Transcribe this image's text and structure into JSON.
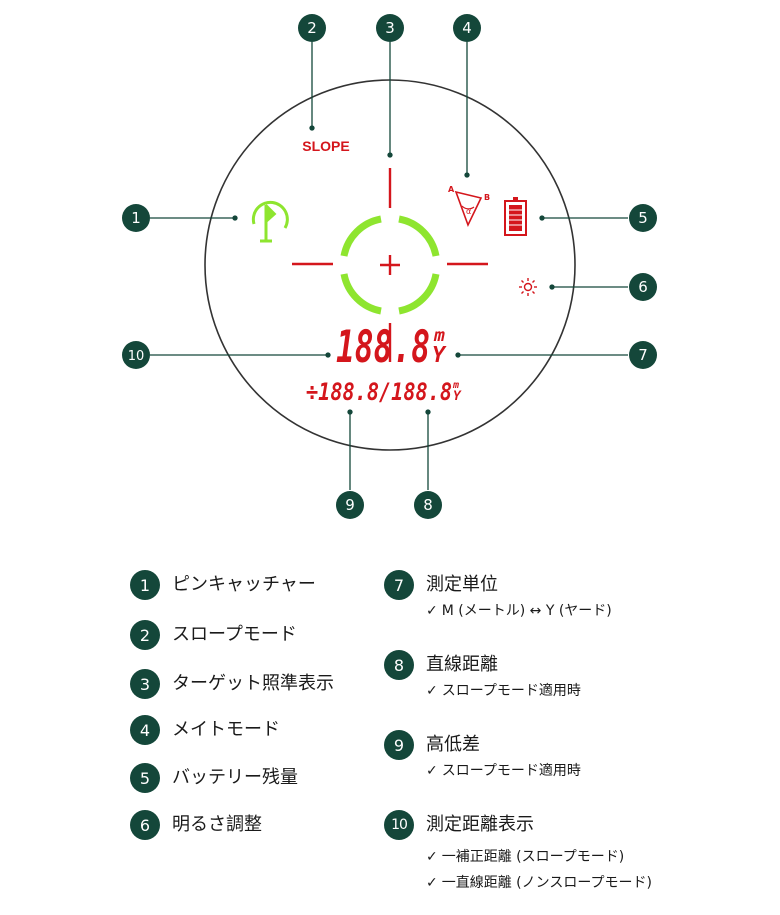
{
  "diagram": {
    "slope_text": "SLOPE",
    "distance_main": "188.8",
    "unit_m": "m",
    "unit_y": "Y",
    "distance_sub": "÷188.8/188.8",
    "unit_sub_m": "m",
    "unit_sub_y": "Y",
    "mate_a": "A",
    "mate_b": "B",
    "mate_alpha": "α",
    "callouts": [
      "1",
      "2",
      "3",
      "4",
      "5",
      "6",
      "7",
      "8",
      "9",
      "10"
    ]
  },
  "legend": {
    "left": [
      {
        "num": "1",
        "label": "ピンキャッチャー"
      },
      {
        "num": "2",
        "label": "スロープモード"
      },
      {
        "num": "3",
        "label": "ターゲット照準表示"
      },
      {
        "num": "4",
        "label": "メイトモード"
      },
      {
        "num": "5",
        "label": "バッテリー残量"
      },
      {
        "num": "6",
        "label": "明るさ調整"
      }
    ],
    "right": [
      {
        "num": "7",
        "label": "測定単位",
        "notes": [
          "M (メートル) ↔ Y (ヤード)"
        ]
      },
      {
        "num": "8",
        "label": "直線距離",
        "notes": [
          "スロープモード適用時"
        ]
      },
      {
        "num": "9",
        "label": "高低差",
        "notes": [
          "スロープモード適用時"
        ]
      },
      {
        "num": "10",
        "label": "測定距離表示",
        "notes": [
          "一補正距離 (スロープモード)",
          "一直線距離 (ノンスロープモード)"
        ]
      }
    ]
  },
  "colors": {
    "badge": "#14473a",
    "red": "#d4161c",
    "green": "#8ee52f",
    "circle": "#333333"
  }
}
